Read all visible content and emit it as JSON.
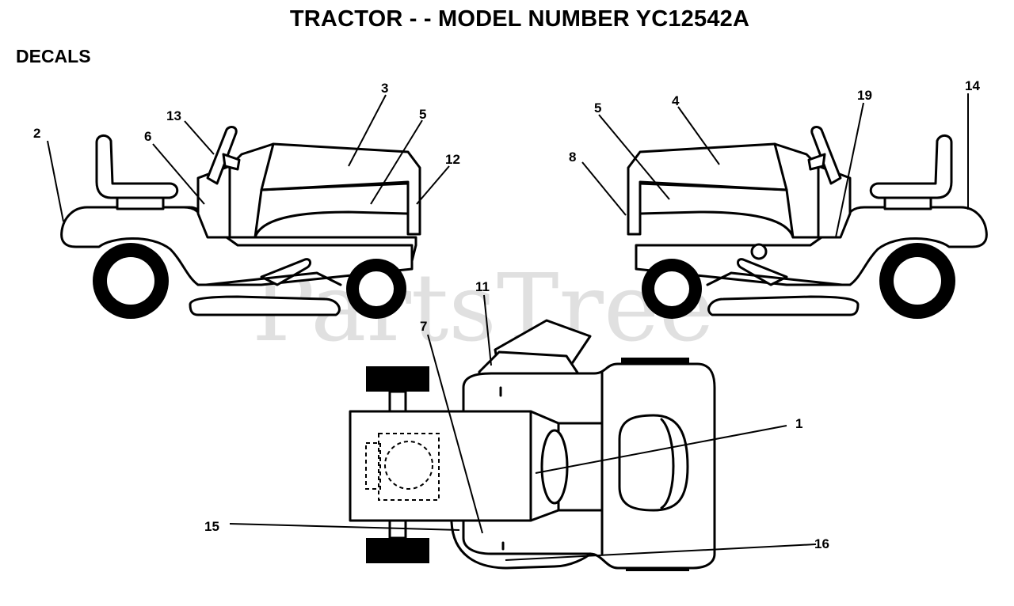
{
  "title": "TRACTOR - - MODEL NUMBER YC12542A",
  "subtitle": "DECALS",
  "watermark": "PartsTree",
  "callouts": {
    "c1": "1",
    "c2": "2",
    "c3": "3",
    "c4": "4",
    "c5a": "5",
    "c5b": "5",
    "c6": "6",
    "c7": "7",
    "c8": "8",
    "c11": "11",
    "c12": "12",
    "c13": "13",
    "c14": "14",
    "c15": "15",
    "c16": "16",
    "c19": "19"
  }
}
